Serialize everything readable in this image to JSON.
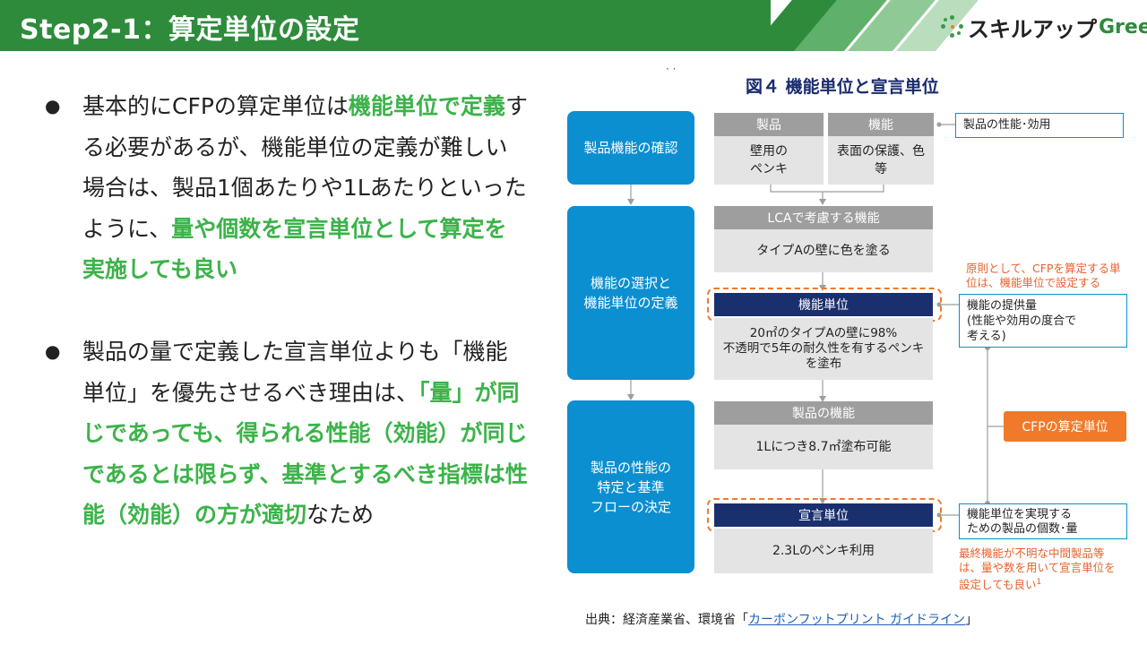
{
  "header": {
    "title": "Step2-1：算定単位の設定",
    "logo_text": "スキルアップ",
    "logo_green": "Green"
  },
  "bullets": [
    {
      "segments": [
        {
          "text": "基本的にCFPの算定単位は",
          "highlight": false
        },
        {
          "text": "機能単位で定義",
          "highlight": true
        },
        {
          "text": "する必要があるが、機能単位の定義が難しい場合は、製品1個あたりや1Lあたりといったように、",
          "highlight": false
        },
        {
          "text": "量や個数を宣言単位として算定を実施しても良い",
          "highlight": true
        }
      ]
    },
    {
      "segments": [
        {
          "text": "製品の量で定義した宣言単位よりも「機能単位」を優先させるべき理由は、",
          "highlight": false
        },
        {
          "text": "「量」が同じであっても、得られる性能（効能）が同じであるとは限らず、基準とするべき指標は性能（効能）の方が適切",
          "highlight": true
        },
        {
          "text": "なため",
          "highlight": false
        }
      ]
    }
  ],
  "figure": {
    "marks": "·     ·",
    "title": "図４ 機能単位と宣言単位",
    "steps": [
      "製品機能の確認",
      "機能の選択と\n機能単位の定義",
      "製品の性能の\n特定と基準\nフローの決定"
    ],
    "product_head": "製品",
    "product_body": "壁用の\nペンキ",
    "function_head": "機能",
    "function_body": "表面の保護、色\n等",
    "perf_label": "製品の性能･効用",
    "lca_head": "LCAで考慮する機能",
    "lca_body": "タイプAの壁に色を塗る",
    "principle_note": "原則として、CFPを算定する単\n位は、機能単位で設定する",
    "functional_unit": "機能単位",
    "functional_unit_body": "20㎡のタイプAの壁に98%\n不透明で5年の耐久性を有するペンキ\nを塗布",
    "provision_label": "機能の提供量\n(性能や効用の度合で\n考える)",
    "cfp_unit": "CFPの算定単位",
    "product_function_head": "製品の機能",
    "product_function_body": "1Lにつき8.7㎡塗布可能",
    "declared_unit": "宣言単位",
    "declared_unit_body": "2.3Lのペンキ利用",
    "realize_label": "機能単位を実現する\nための製品の個数･量",
    "final_note": "最終機能が不明な中間製品等\nは、量や数を用いて宣言単位を\n設定しても良い",
    "final_note_sup": "1"
  },
  "source": {
    "prefix": "出典：経済産業省、環境省「",
    "link": "カーボンフットプリント ガイドライン",
    "suffix": "」"
  },
  "colors": {
    "header_green": "#2e8b3c",
    "highlight_green": "#3cb34a",
    "step_blue": "#0b8fd0",
    "navy": "#1a2f6e",
    "orange": "#f07a2a"
  }
}
